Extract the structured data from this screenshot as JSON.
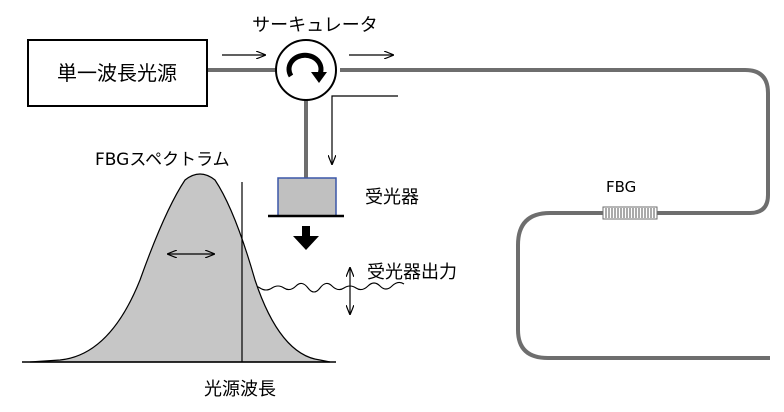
{
  "labels": {
    "light_source": "単一波長光源",
    "circulator": "サーキュレータ",
    "detector": "受光器",
    "fbg": "FBG",
    "fbg_spectrum": "FBGスペクトラム",
    "detector_output": "受光器出力",
    "source_wavelength": "光源波長"
  },
  "colors": {
    "fiber": "#6e6e6e",
    "spectrum_fill": "#c6c6c6",
    "detector_fill": "#c0c0c0",
    "detector_border": "#3a57a8",
    "line": "#000000"
  },
  "icons": {
    "circulator": "circular-arrow-icon",
    "detector_output_arrow": "down-arrow-icon"
  }
}
